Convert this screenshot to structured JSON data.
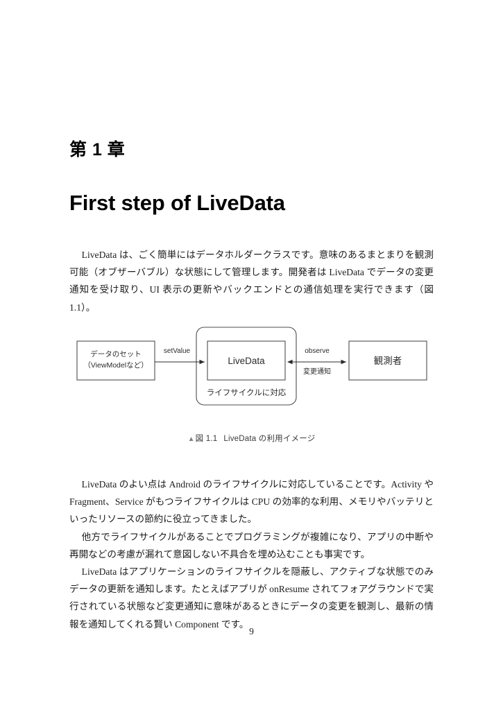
{
  "page": {
    "chapter_label": "第 1 章",
    "chapter_title": "First step of LiveData",
    "page_number": "9"
  },
  "intro_paragraph": "LiveData は、ごく簡単にはデータホルダークラスです。意味のあるまとまりを観測可能（オブザーバブル）な状態にして管理します。開発者は LiveData でデータの変更通知を受け取り、UI 表示の更新やバックエンドとの通信処理を実行できます（図 1.1）。",
  "figure": {
    "caption_marker": "▲",
    "caption_number": "図 1.1",
    "caption_text": "LiveData の利用イメージ",
    "nodes": {
      "source_line1": "データのセット",
      "source_line2": "（ViewModelなど）",
      "livedata": "LiveData",
      "lifecycle_note": "ライフサイクルに対応",
      "observer": "観測者"
    },
    "edges": {
      "set_value": "setValue",
      "observe": "observe",
      "change_notice": "変更通知"
    }
  },
  "body": {
    "paragraph_1": "LiveData のよい点は Android のライフサイクルに対応していることです。Activity や Fragment、Service がもつライフサイクルは CPU の効率的な利用、メモリやバッテリといったリソースの節約に役立ってきました。",
    "paragraph_2": "他方でライフサイクルがあることでプログラミングが複雑になり、アプリの中断や再開などの考慮が漏れて意図しない不具合を埋め込むことも事実です。",
    "paragraph_3": "LiveData はアプリケーションのライフサイクルを隠蔽し、アクティブな状態でのみデータの更新を通知します。たとえばアプリが onResume されてフォアグラウンドで実行されている状態など変更通知に意味があるときにデータの変更を観測し、最新の情報を通知してくれる賢い Component です。"
  },
  "colors": {
    "text": "#1c1c1c",
    "heading": "#000000",
    "diagram_stroke": "#4d4d4d",
    "caption": "#3a3a3a",
    "page_background": "#ffffff"
  }
}
